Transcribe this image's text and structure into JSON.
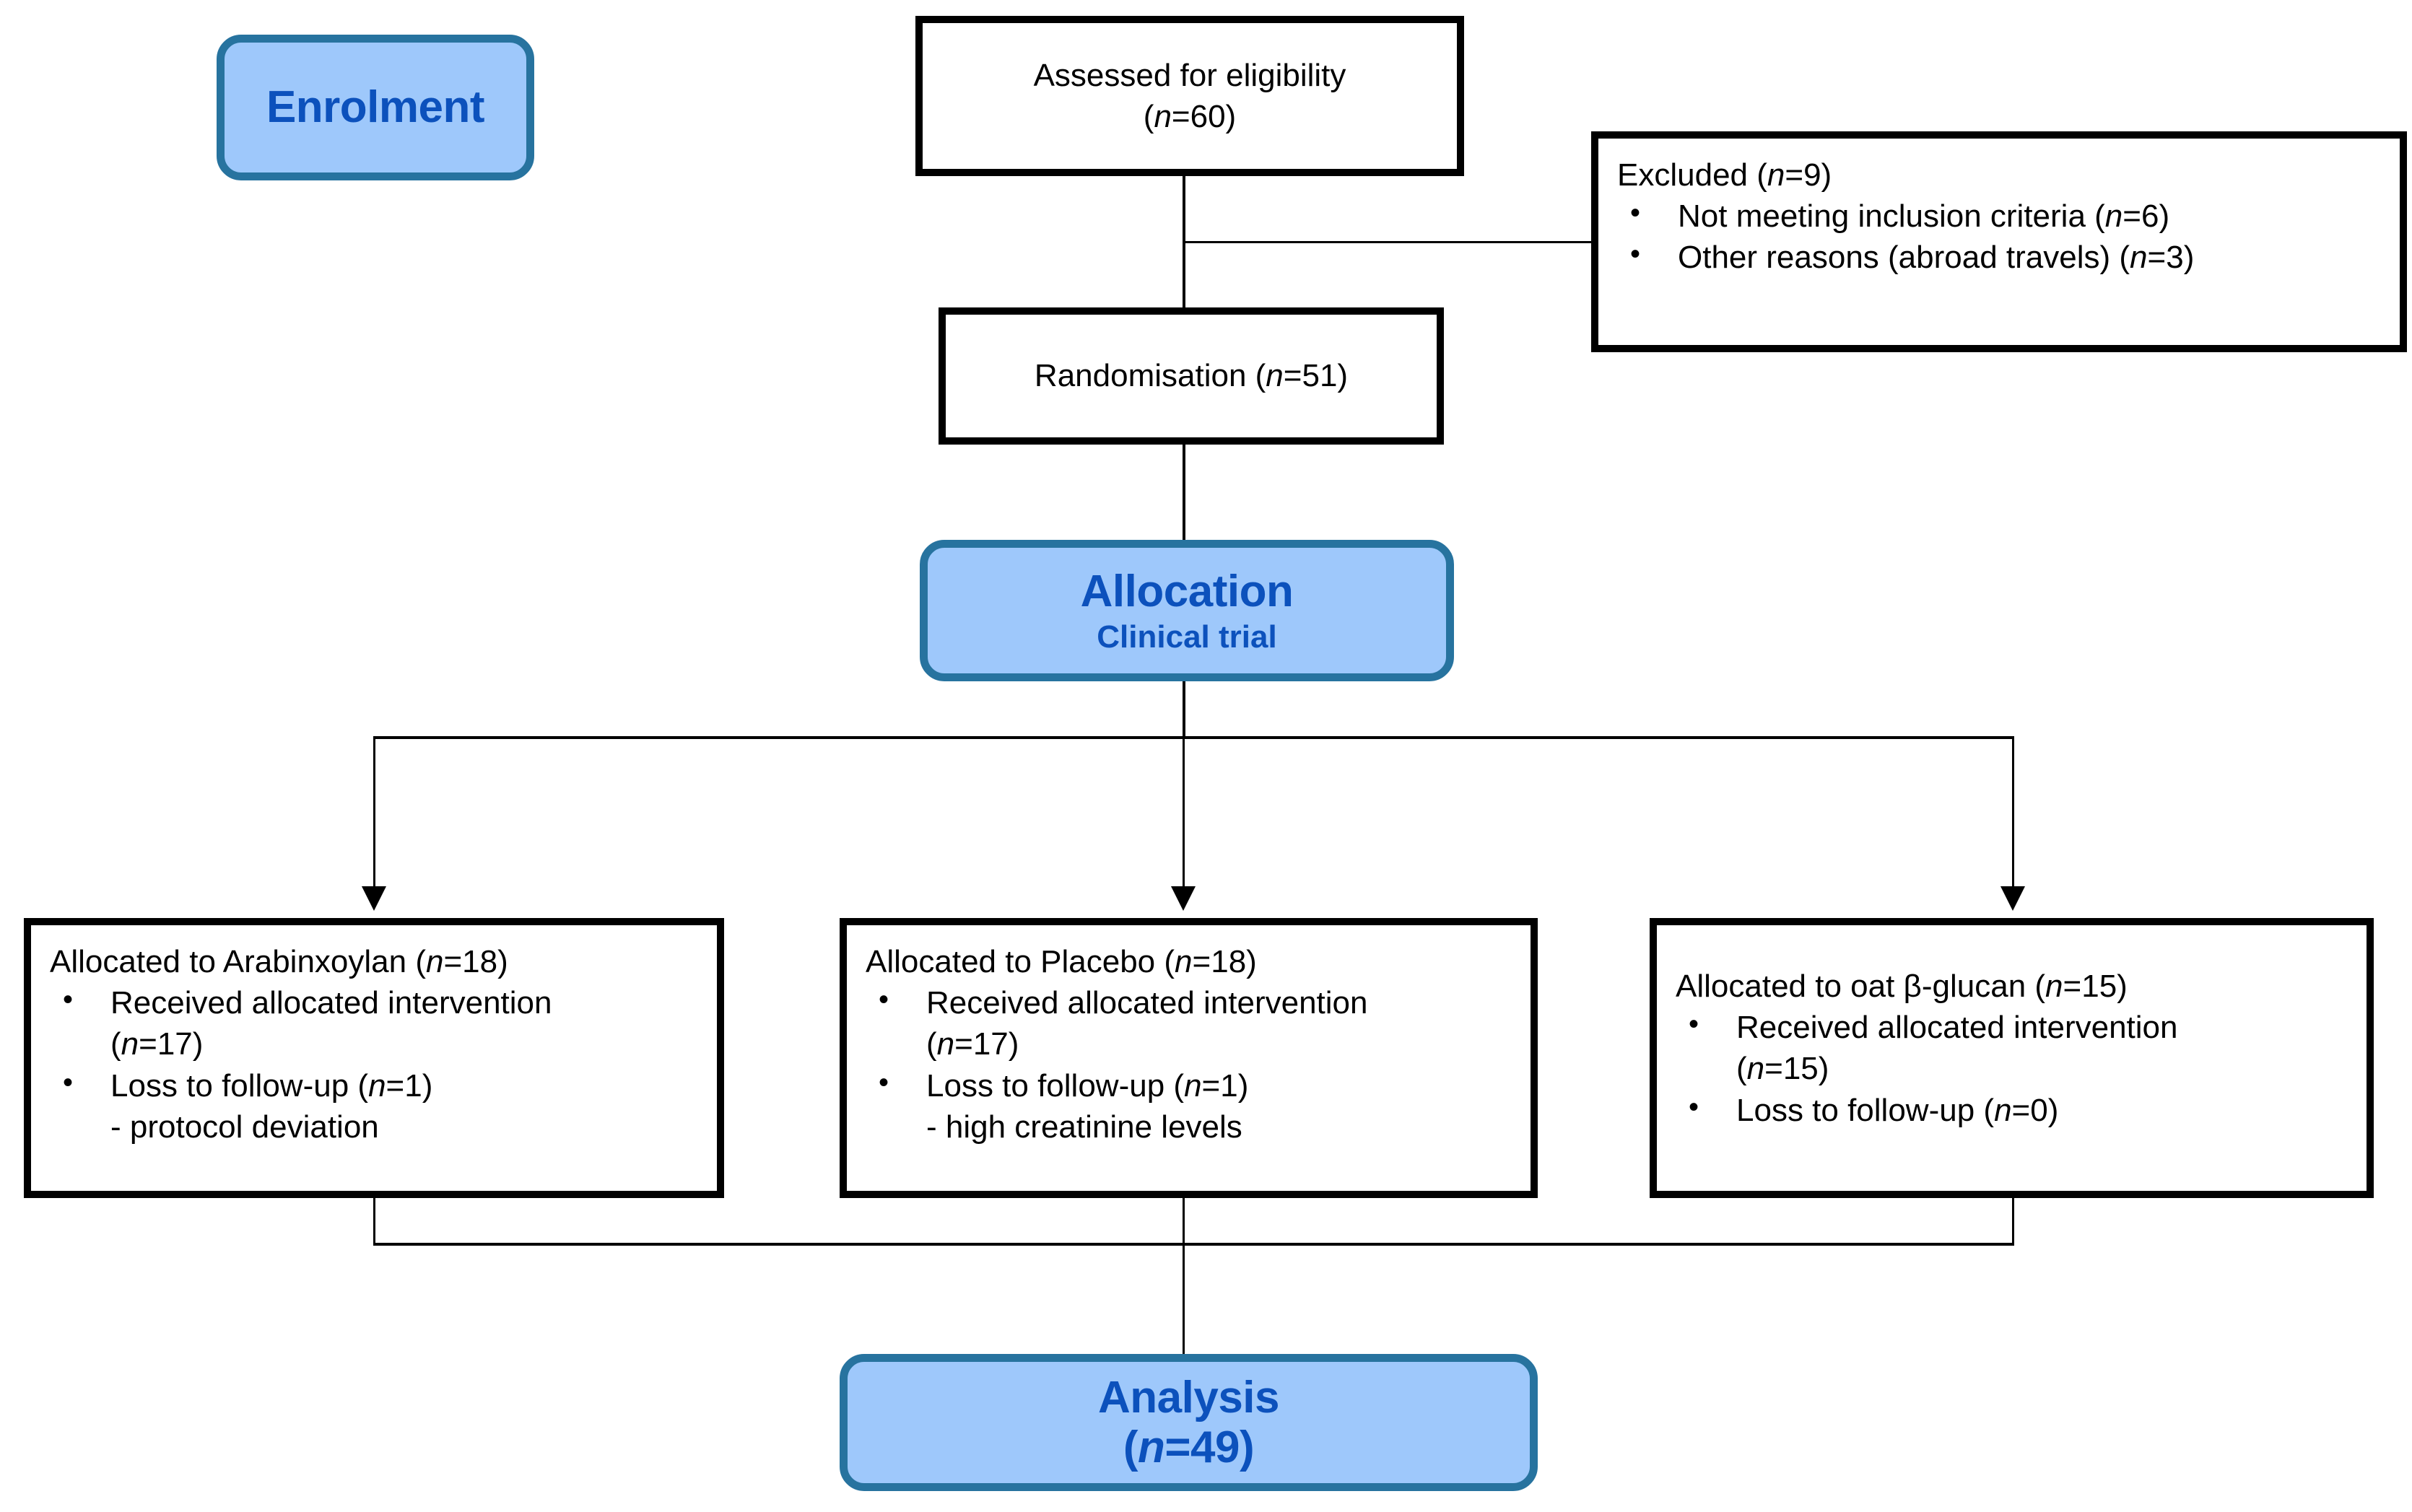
{
  "diagram": {
    "title": "CONSORT participant flow diagram",
    "colors": {
      "stage_fill": "#9EC8FB",
      "stage_border": "#27739F",
      "stage_text": "#0C51BC",
      "box_border": "#000000",
      "box_fill": "#FFFFFF",
      "text": "#000000"
    }
  },
  "stages": {
    "enrolment": {
      "label": "Enrolment"
    },
    "allocation": {
      "label": "Allocation",
      "sublabel": "Clinical trial"
    },
    "analysis": {
      "label": "Analysis",
      "count_line": "(n=49)",
      "n_value": 49
    }
  },
  "nodes": {
    "eligibility": {
      "line1": "Assessed for eligibility",
      "line2": "(n=60)",
      "n_value": 60
    },
    "excluded": {
      "heading": "Excluded (n=9)",
      "n_value": 9,
      "bullets": [
        "Not meeting inclusion criteria (n=6)",
        "Other reasons (abroad travels) (n=3)"
      ],
      "bullet_values": [
        6,
        3
      ]
    },
    "randomisation": {
      "label": "Randomisation (n=51)",
      "n_value": 51
    }
  },
  "arms": [
    {
      "heading": "Allocated to Arabinxoylan (n=18)",
      "allocated_n": 18,
      "bullets": [
        {
          "text": "Received allocated intervention",
          "cont": "(n=17)",
          "n": 17
        },
        {
          "text": "Loss to follow-up (n=1)",
          "note": "- protocol deviation",
          "n": 1
        }
      ]
    },
    {
      "heading": "Allocated to Placebo (n=18)",
      "allocated_n": 18,
      "bullets": [
        {
          "text": "Received allocated intervention",
          "cont": "(n=17)",
          "n": 17
        },
        {
          "text": "Loss to follow-up (n=1)",
          "note": "- high creatinine levels",
          "n": 1
        }
      ]
    },
    {
      "heading": "Allocated to oat β-glucan (n=15)",
      "allocated_n": 15,
      "bullets": [
        {
          "text": "Received allocated intervention",
          "cont": "(n=15)",
          "n": 15
        },
        {
          "text": "Loss to follow-up (n=0)",
          "note": "",
          "n": 0
        }
      ]
    }
  ]
}
